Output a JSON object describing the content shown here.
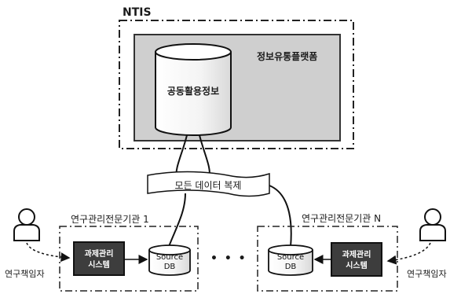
{
  "diagram": {
    "ntis_label": "NTIS",
    "platform_label": "정보유통플랫폼",
    "shared_db_label": "공동활용정보",
    "replication_label": "모든 데이터 복제",
    "ellipsis": "• • •",
    "left_org": {
      "title": "연구관리전문기관 1",
      "system_line1": "과제관리",
      "system_line2": "시스템",
      "db_line1": "Source",
      "db_line2": "DB",
      "person_label": "연구책임자"
    },
    "right_org": {
      "title": "연구관리전문기관 N",
      "system_line1": "과제관리",
      "system_line2": "시스템",
      "db_line1": "Source",
      "db_line2": "DB",
      "person_label": "연구책임자"
    }
  }
}
